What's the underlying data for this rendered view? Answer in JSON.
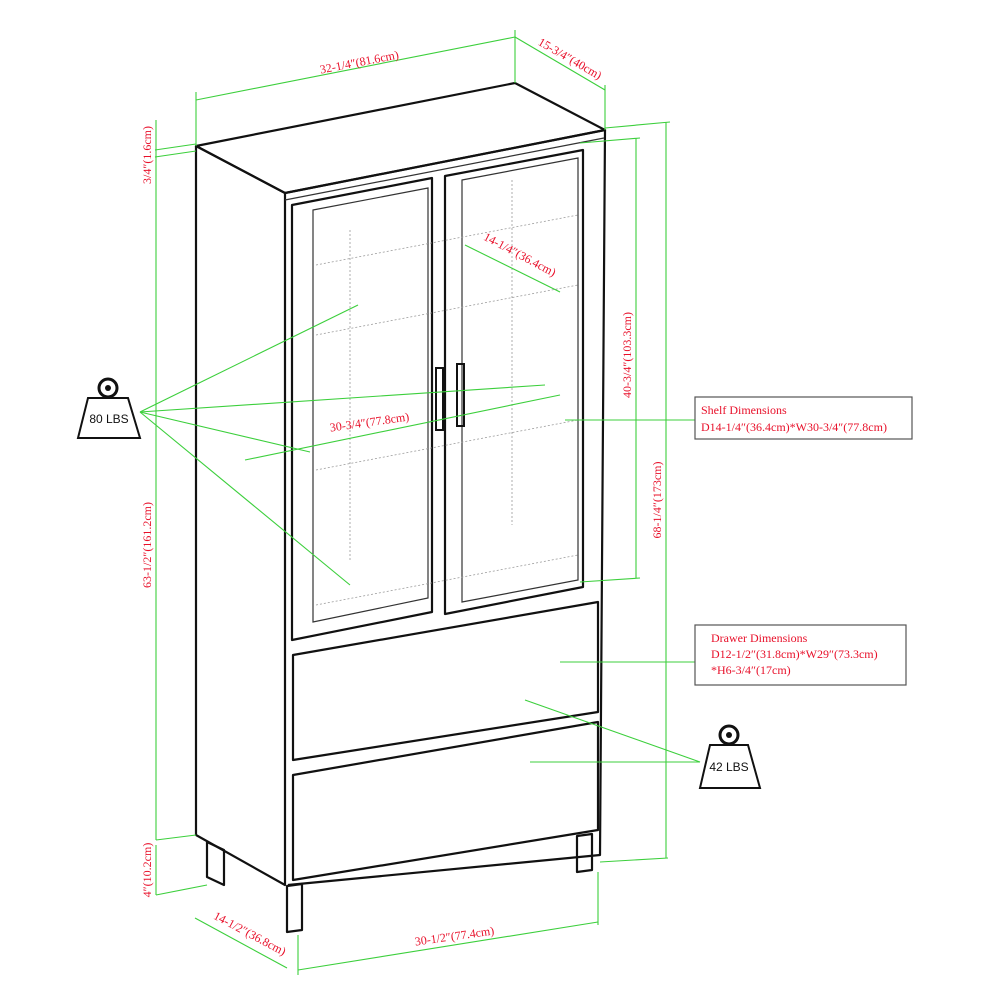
{
  "dimensions": {
    "overall_width": "32-1/4″(81.6cm)",
    "overall_depth": "15-3/4″(40cm)",
    "top_thickness": "3/4″(1.6cm)",
    "body_height": "63-1/2″(161.2cm)",
    "leg_height": "4″(10.2cm)",
    "base_depth": "14-1/2″(36.8cm)",
    "base_width": "30-1/2″(77.4cm)",
    "overall_height": "68-1/4″(173cm)",
    "glass_section_height": "40-3/4″(103.3cm)",
    "shelf_depth": "14-1/4″(36.4cm)",
    "shelf_width": "30-3/4″(77.8cm)"
  },
  "callouts": {
    "shelf": {
      "title": "Shelf Dimensions",
      "line1": "D14-1/4″(36.4cm)*W30-3/4″(77.8cm)"
    },
    "drawer": {
      "title": "Drawer Dimensions",
      "line1": "D12-1/2″(31.8cm)*W29″(73.3cm)",
      "line2": "*H6-3/4″(17cm)"
    }
  },
  "weights": {
    "shelf_capacity": "80 LBS",
    "drawer_capacity": "42 LBS"
  },
  "colors": {
    "dimension_line": "#3ccf3c",
    "dimension_text": "#e8102a"
  }
}
